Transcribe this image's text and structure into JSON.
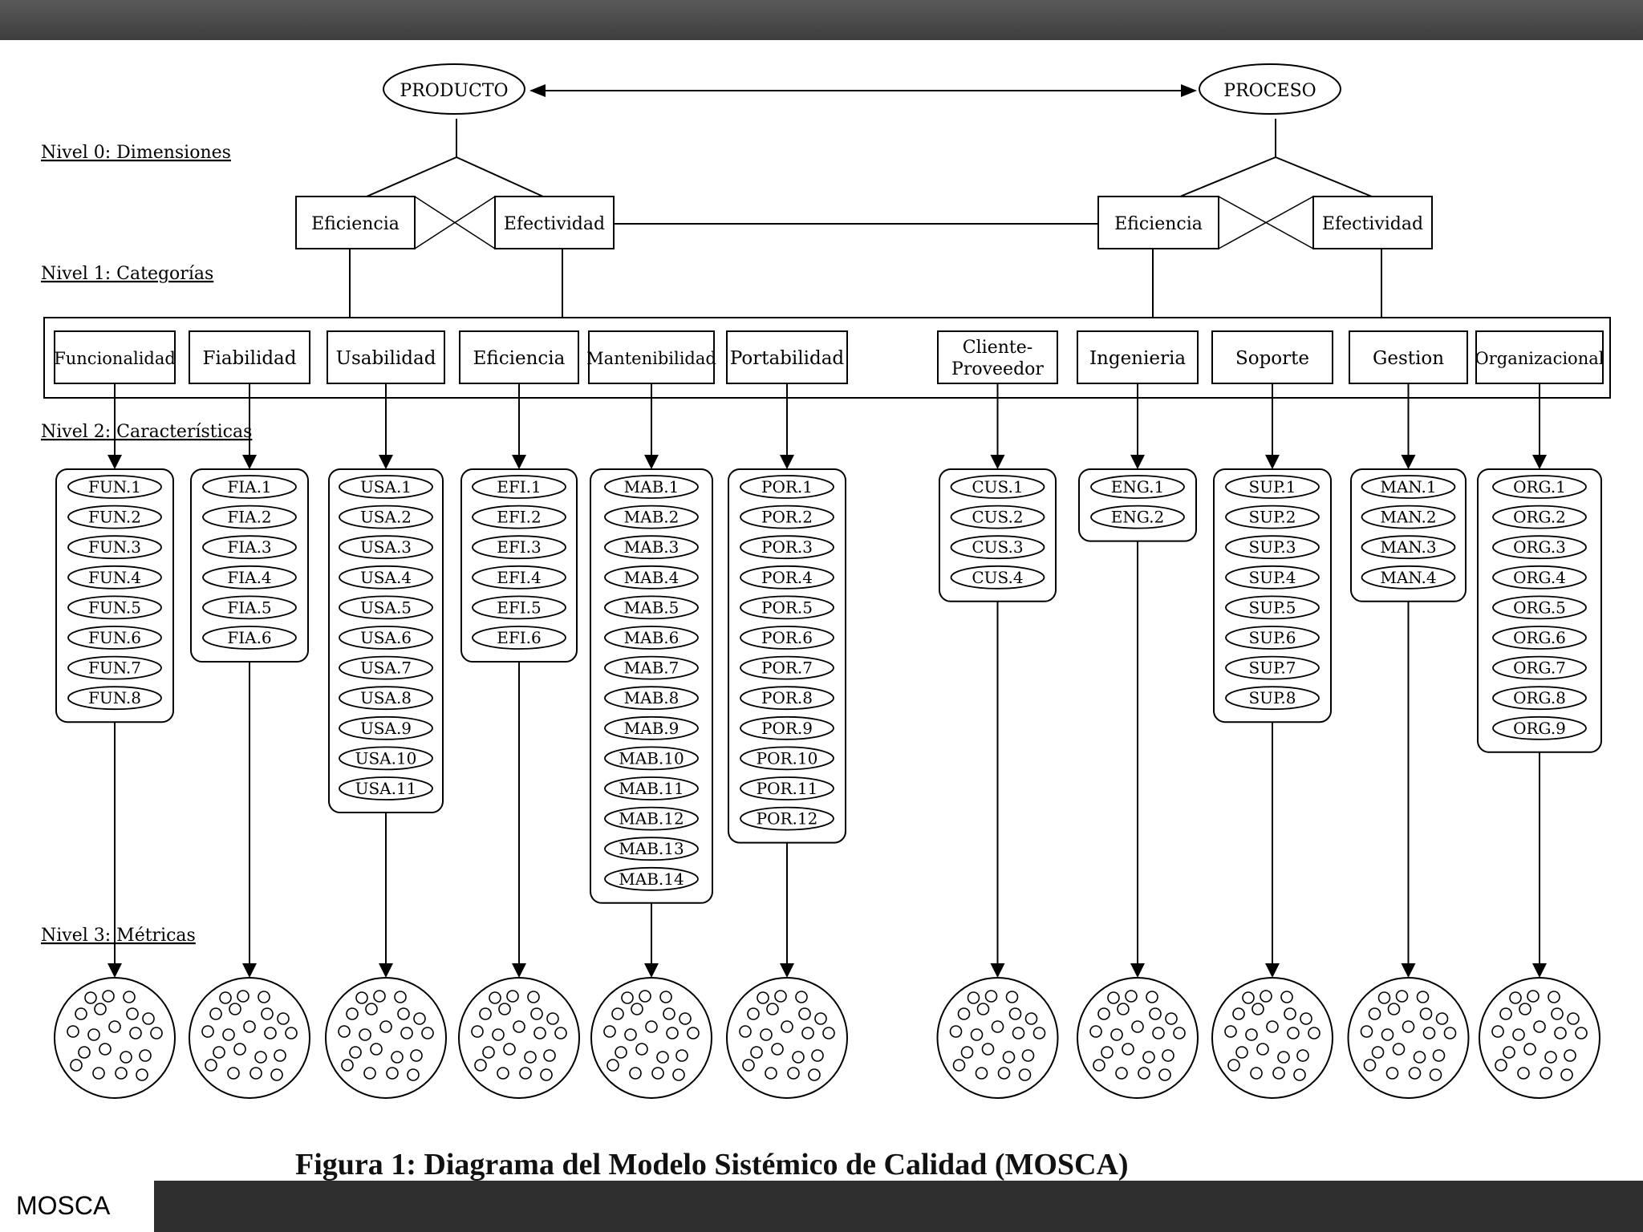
{
  "footer": {
    "label": "MOSCA"
  },
  "caption": "Figura 1: Diagrama del Modelo Sistémico de Calidad (MOSCA)",
  "diagram": {
    "dimensions": [
      "PRODUCTO",
      "PROCESO"
    ],
    "level_labels": [
      "Nivel 0: Dimensiones",
      "Nivel 1:  Categorías",
      "Nivel 2: Características",
      "Nivel 3: Métricas"
    ],
    "categories": [
      "Eficiencia",
      "Efectividad",
      "Eficiencia",
      "Efectividad"
    ],
    "characteristics": [
      {
        "name": "Funcionalidad",
        "items": [
          "FUN.1",
          "FUN.2",
          "FUN.3",
          "FUN.4",
          "FUN.5",
          "FUN.6",
          "FUN.7",
          "FUN.8"
        ]
      },
      {
        "name": "Fiabilidad",
        "items": [
          "FIA.1",
          "FIA.2",
          "FIA.3",
          "FIA.4",
          "FIA.5",
          "FIA.6"
        ]
      },
      {
        "name": "Usabilidad",
        "items": [
          "USA.1",
          "USA.2",
          "USA.3",
          "USA.4",
          "USA.5",
          "USA.6",
          "USA.7",
          "USA.8",
          "USA.9",
          "USA.10",
          "USA.11"
        ]
      },
      {
        "name": "Eficiencia",
        "items": [
          "EFI.1",
          "EFI.2",
          "EFI.3",
          "EFI.4",
          "EFI.5",
          "EFI.6"
        ]
      },
      {
        "name": "Mantenibilidad",
        "items": [
          "MAB.1",
          "MAB.2",
          "MAB.3",
          "MAB.4",
          "MAB.5",
          "MAB.6",
          "MAB.7",
          "MAB.8",
          "MAB.9",
          "MAB.10",
          "MAB.11",
          "MAB.12",
          "MAB.13",
          "MAB.14"
        ]
      },
      {
        "name": "Portabilidad",
        "items": [
          "POR.1",
          "POR.2",
          "POR.3",
          "POR.4",
          "POR.5",
          "POR.6",
          "POR.7",
          "POR.8",
          "POR.9",
          "POR.10",
          "POR.11",
          "POR.12"
        ]
      },
      {
        "name": "Cliente-Proveedor",
        "items": [
          "CUS.1",
          "CUS.2",
          "CUS.3",
          "CUS.4"
        ]
      },
      {
        "name": "Ingenieria",
        "items": [
          "ENG.1",
          "ENG.2"
        ]
      },
      {
        "name": "Soporte",
        "items": [
          "SUP.1",
          "SUP.2",
          "SUP.3",
          "SUP.4",
          "SUP.5",
          "SUP.6",
          "SUP.7",
          "SUP.8"
        ]
      },
      {
        "name": "Gestion",
        "items": [
          "MAN.1",
          "MAN.2",
          "MAN.3",
          "MAN.4"
        ]
      },
      {
        "name": "Organizacional",
        "items": [
          "ORG.1",
          "ORG.2",
          "ORG.3",
          "ORG.4",
          "ORG.5",
          "ORG.6",
          "ORG.7",
          "ORG.8",
          "ORG.9"
        ]
      }
    ]
  }
}
